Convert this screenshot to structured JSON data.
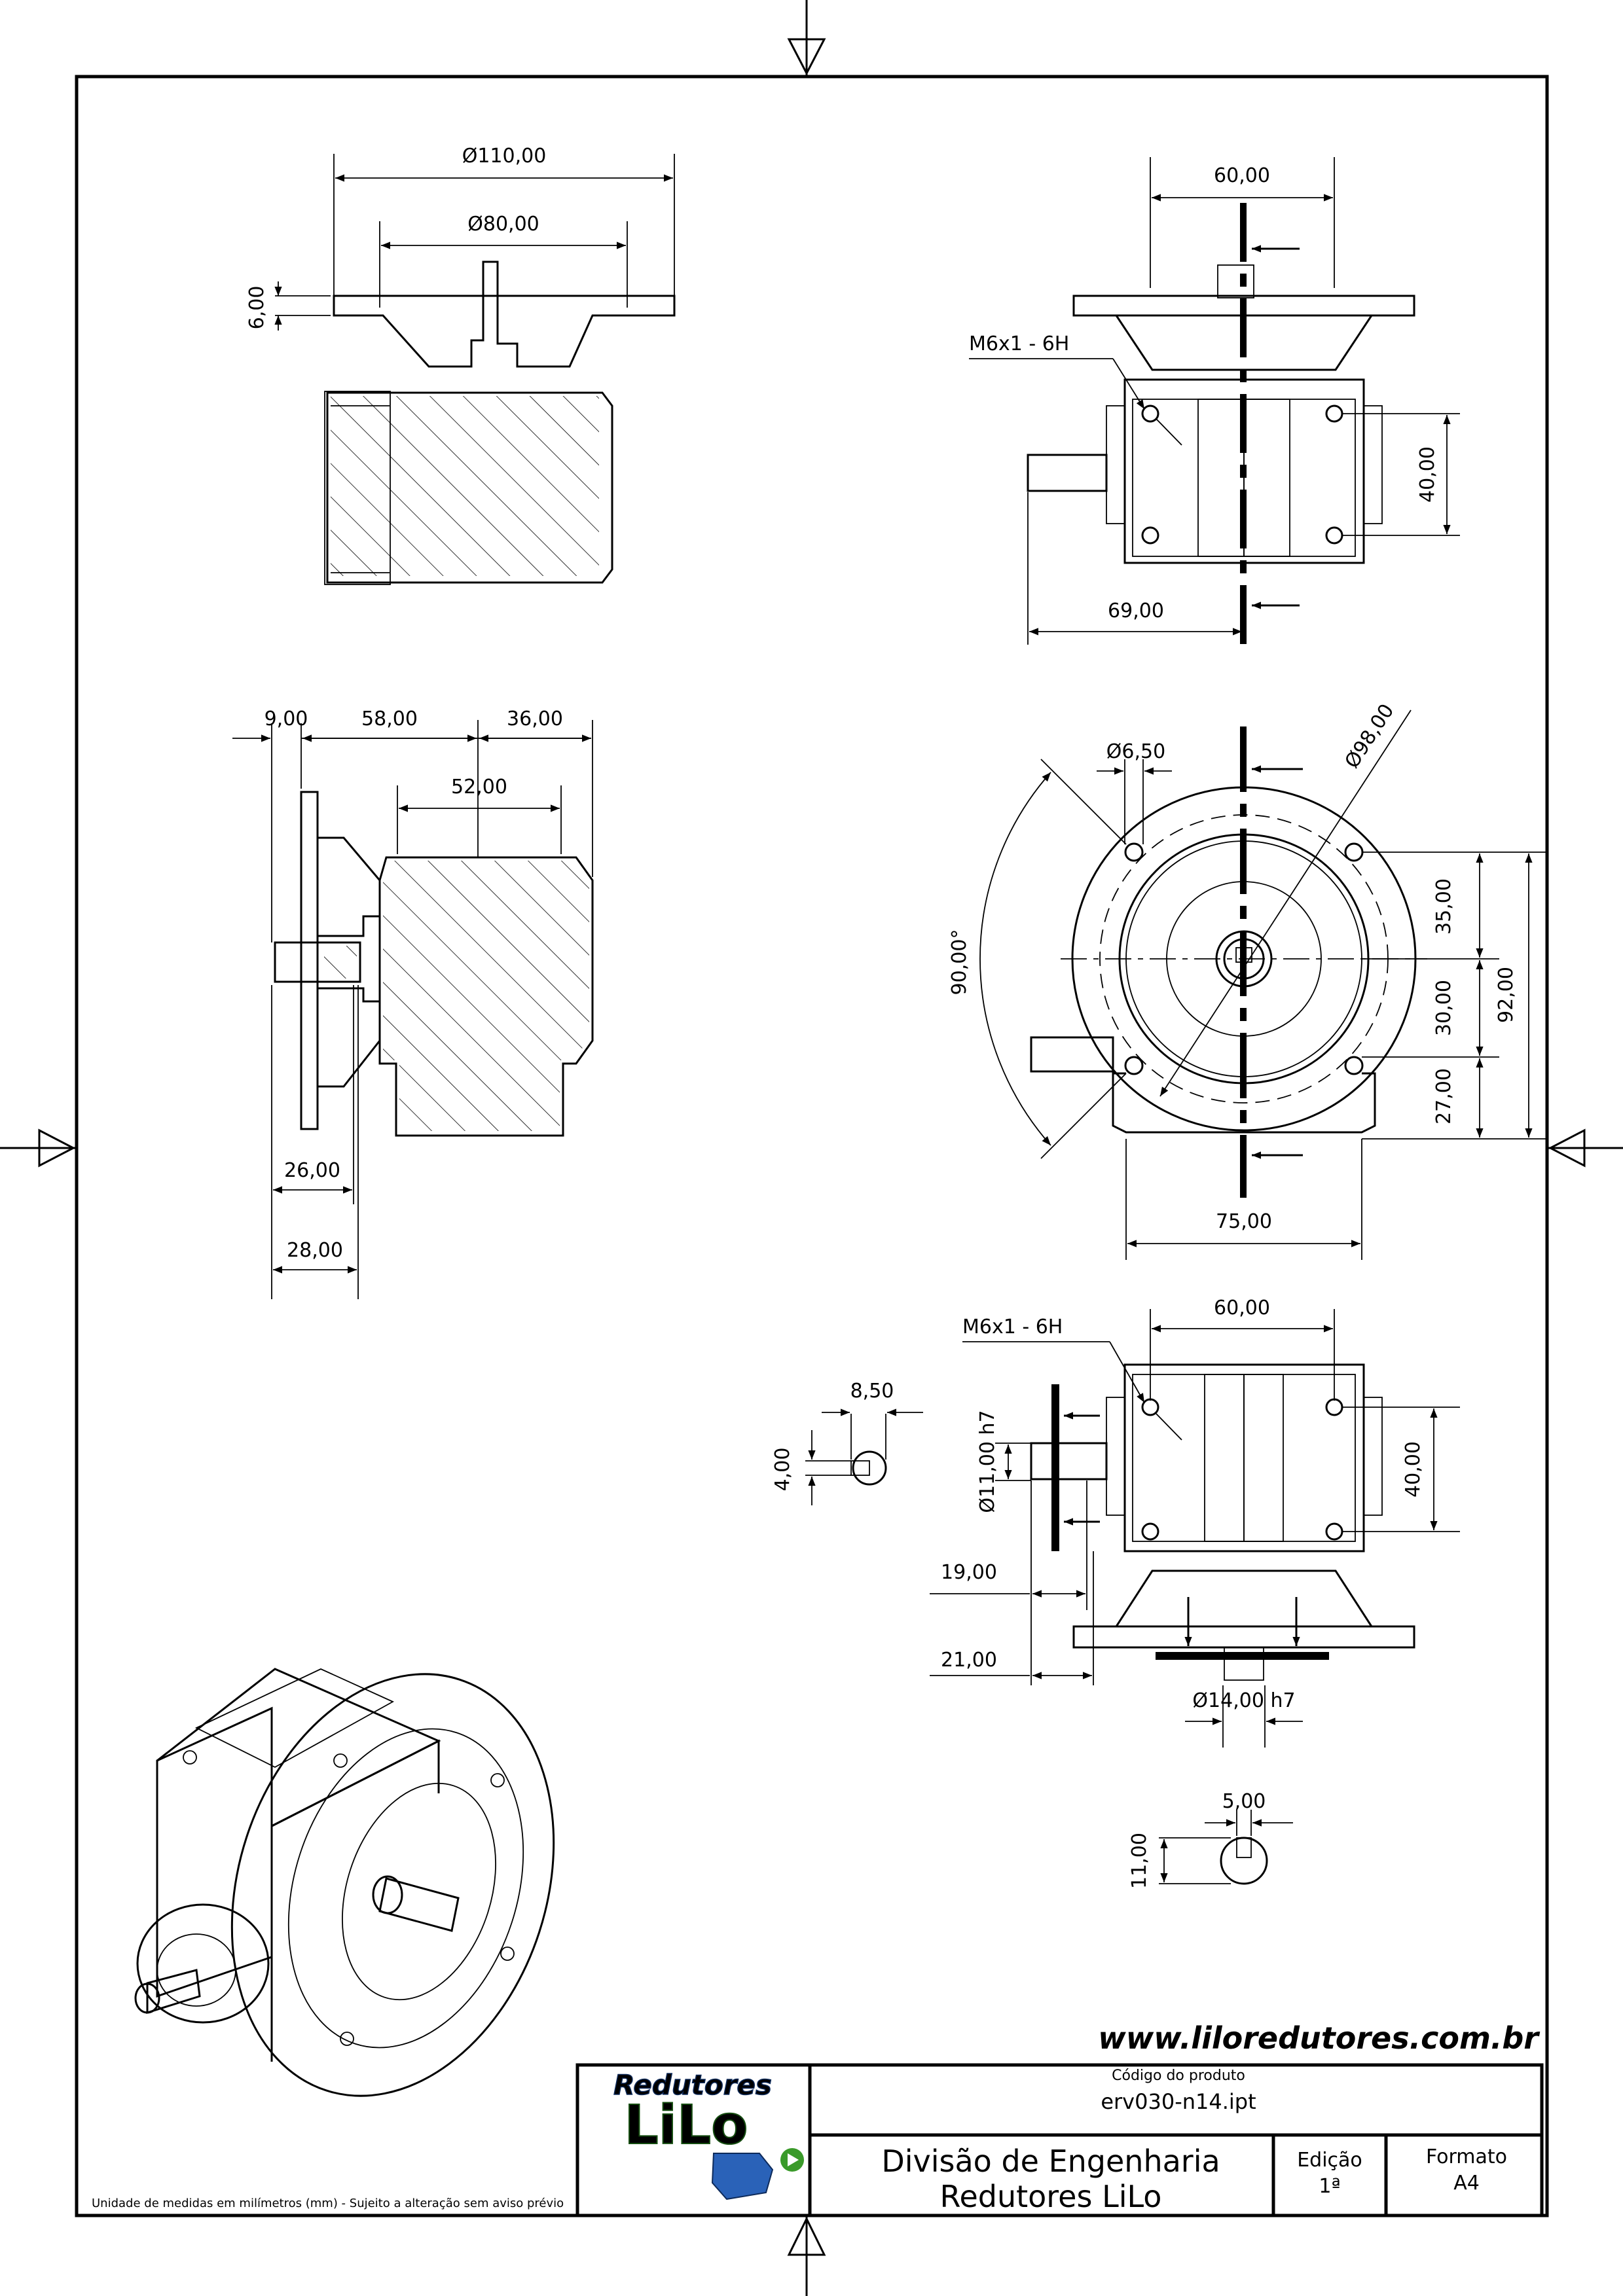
{
  "dimensions": {
    "dia_110": "Ø110,00",
    "dia_80": "Ø80,00",
    "flange_6": "6,00",
    "w_60_top": "60,00",
    "thread_top": "M6x1 - 6H",
    "h_40_top": "40,00",
    "w_69": "69,00",
    "d_9": "9,00",
    "d_58": "58,00",
    "d_36": "36,00",
    "d_52": "52,00",
    "d_26": "26,00",
    "d_28": "28,00",
    "dia_6_5": "Ø6,50",
    "dia_98": "Ø98,00",
    "angle_90": "90,00°",
    "d_35": "35,00",
    "d_30": "30,00",
    "d_92": "92,00",
    "d_27": "27,00",
    "d_75": "75,00",
    "w_60_bot": "60,00",
    "thread_bot": "M6x1 - 6H",
    "h_40_bot": "40,00",
    "d_8_5": "8,50",
    "d_4": "4,00",
    "dia_11_h7": "Ø11,00 h7",
    "d_19": "19,00",
    "d_21": "21,00",
    "dia_14_h7": "Ø14,00 h7",
    "d_5": "5,00",
    "d_11": "11,00"
  },
  "title_block": {
    "website": "www.liloredutores.com.br",
    "logo_top": "Redutores",
    "logo_main": "LiLo",
    "product_code_label": "Código do produto",
    "product_code": "erv030-n14.ipt",
    "division_line1": "Divisão de Engenharia",
    "division_line2": "Redutores LiLo",
    "edition_label": "Edição",
    "edition_value": "1ª",
    "format_label": "Formato",
    "format_value": "A4",
    "footnote": "Unidade de medidas em milímetros (mm) - Sujeito a alteração sem aviso prévio"
  },
  "colors": {
    "logo_blue": "#2a62b8",
    "logo_green": "#3a9a2a",
    "ink": "#000000"
  }
}
